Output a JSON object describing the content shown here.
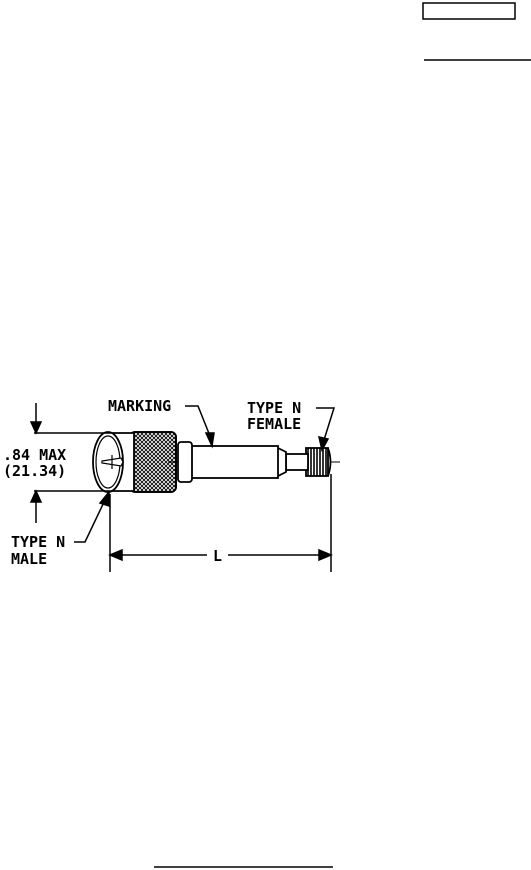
{
  "labels": {
    "marking": "MARKING",
    "female_line1": "TYPE N",
    "female_line2": "FEMALE",
    "dim_inches": ".84 MAX",
    "dim_mm": "(21.34)",
    "male_line1": "TYPE N",
    "male_line2": "MALE",
    "length": "L"
  },
  "colors": {
    "ink": "#000000",
    "paper": "#ffffff"
  }
}
